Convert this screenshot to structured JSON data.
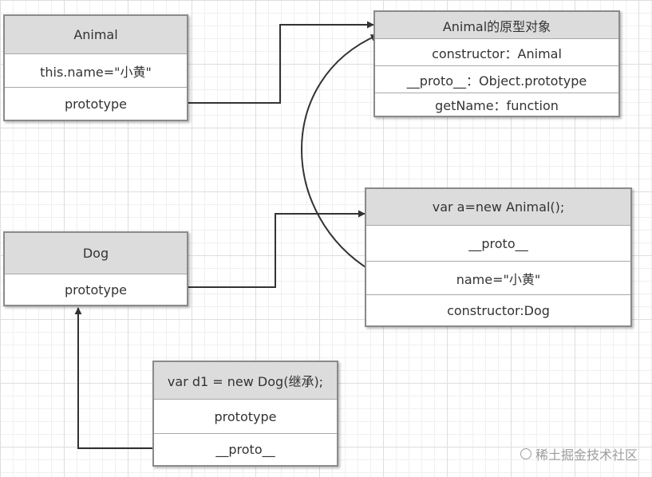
{
  "boxes": {
    "animal": {
      "title": "Animal",
      "rows": [
        "this.name=\"小黄\"",
        "prototype"
      ]
    },
    "animal_prototype": {
      "title": "Animal的原型对象",
      "rows": [
        "constructor：Animal",
        "__proto__：Object.prototype",
        "getName：function"
      ]
    },
    "dog": {
      "title": "Dog",
      "rows": [
        "prototype"
      ]
    },
    "instance_a": {
      "title": "var a=new Animal();",
      "rows": [
        "__proto__",
        "name=\"小黄\"",
        "constructor:Dog"
      ]
    },
    "instance_d1": {
      "title": "var d1 = new Dog(继承);",
      "rows": [
        "prototype",
        "__proto__"
      ]
    }
  },
  "watermark": "稀土掘金技术社区",
  "colors": {
    "header_fill": "#dcdcdc",
    "box_border": "#8a8a8a",
    "connector": "#333333",
    "grid": "#dedede"
  }
}
